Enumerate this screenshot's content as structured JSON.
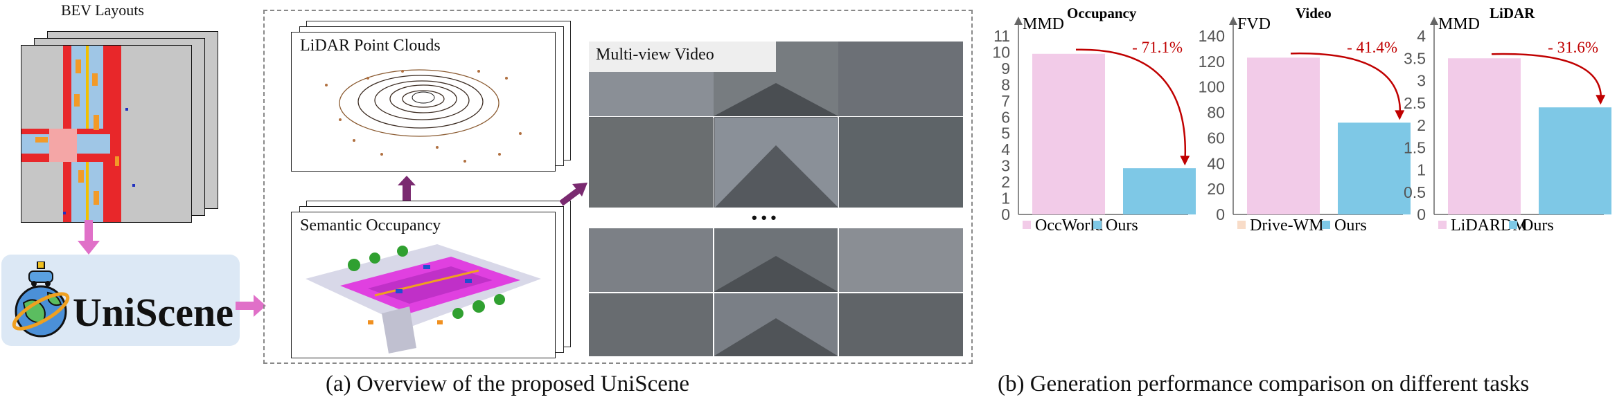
{
  "overview": {
    "bev_title": "BEV Layouts",
    "logo_text": "UniScene",
    "lidar_title": "LiDAR Point Clouds",
    "occ_title": "Semantic Occupancy",
    "video_title": "Multi-view Video",
    "ellipsis": "• • •",
    "caption": "(a) Overview of the proposed UniScene"
  },
  "comparison_caption": "(b) Generation performance comparison on different tasks",
  "colors": {
    "baseline": "#f2cbe8",
    "ours": "#7ec8e6",
    "arrow": "#c00000",
    "drive_wm_legend": "#f8dcc8"
  },
  "chart_data": [
    {
      "type": "bar",
      "title": "Occupancy",
      "ylabel": "MMD",
      "categories": [
        "OccWorld",
        "Ours"
      ],
      "values": [
        9.9,
        2.85
      ],
      "ylim": [
        0,
        11
      ],
      "yticks": [
        "0",
        "1",
        "2",
        "3",
        "4",
        "5",
        "6",
        "7",
        "8",
        "9",
        "10",
        "11"
      ],
      "improvement": "- 71.1%",
      "legend": [
        "OccWorld",
        "Ours"
      ]
    },
    {
      "type": "bar",
      "title": "Video",
      "ylabel": "FVD",
      "categories": [
        "Drive-WM",
        "Ours"
      ],
      "values": [
        123,
        72
      ],
      "ylim": [
        0,
        140
      ],
      "yticks": [
        "0",
        "20",
        "40",
        "60",
        "80",
        "100",
        "120",
        "140"
      ],
      "improvement": "- 41.4%",
      "legend": [
        "Drive-WM",
        "Ours"
      ]
    },
    {
      "type": "bar",
      "title": "LiDAR",
      "ylabel": "MMD",
      "categories": [
        "LiDARDM",
        "Ours"
      ],
      "values": [
        3.5,
        2.4
      ],
      "ylim": [
        0,
        4
      ],
      "yticks": [
        "0",
        "0.5",
        "1",
        "1.5",
        "2",
        "2.5",
        "3",
        "3.5",
        "4"
      ],
      "improvement": "- 31.6%",
      "legend": [
        "LiDARDM",
        "Ours"
      ]
    }
  ]
}
